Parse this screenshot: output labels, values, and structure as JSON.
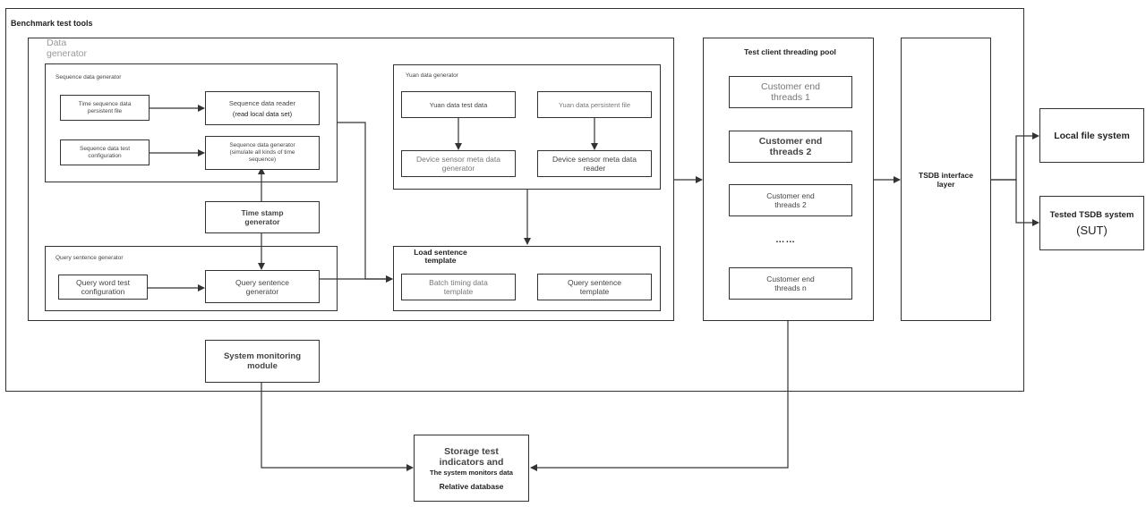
{
  "diagram": {
    "outer_title": "Benchmark test tools",
    "data_generator_label": "Data\ngenerator",
    "sequence_group": {
      "title": "Sequence data generator",
      "persistent_file": "Time sequence data persistent file",
      "test_config": "Sequence data test configuration",
      "reader_line1": "Sequence data reader",
      "reader_line2": "(read local data set)",
      "generator_line1": "Sequence data generator",
      "generator_line2": "(simulate all kinds of time sequence)"
    },
    "timestamp": "Time stamp generator",
    "query_group": {
      "title": "Query sentence generator",
      "word_config": "Query word test configuration",
      "generator": "Query sentence generator"
    },
    "yuan_group": {
      "title": "Yuan data generator",
      "test_data": "Yuan data test data",
      "persistent_file": "Yuan data persistent file",
      "meta_generator": "Device sensor meta data generator",
      "meta_reader": "Device sensor meta data reader"
    },
    "load_group": {
      "title": "Load sentence template",
      "batch": "Batch timing data template",
      "query_template": "Query sentence template"
    },
    "pool": {
      "title": "Test client threading pool",
      "threads": [
        "Customer end threads 1",
        "Customer end threads 2",
        "Customer end threads 2",
        "Customer end threads n"
      ],
      "dots": "……"
    },
    "tsdb_interface": "TSDB interface layer",
    "local_fs": "Local file system",
    "tested_tsdb_line1": "Tested TSDB system",
    "tested_tsdb_line2": "(SUT)",
    "monitoring": "System monitoring module",
    "storage_line1": "Storage test indicators and",
    "storage_line2": "The system monitors data",
    "storage_line3": "Relative database"
  }
}
